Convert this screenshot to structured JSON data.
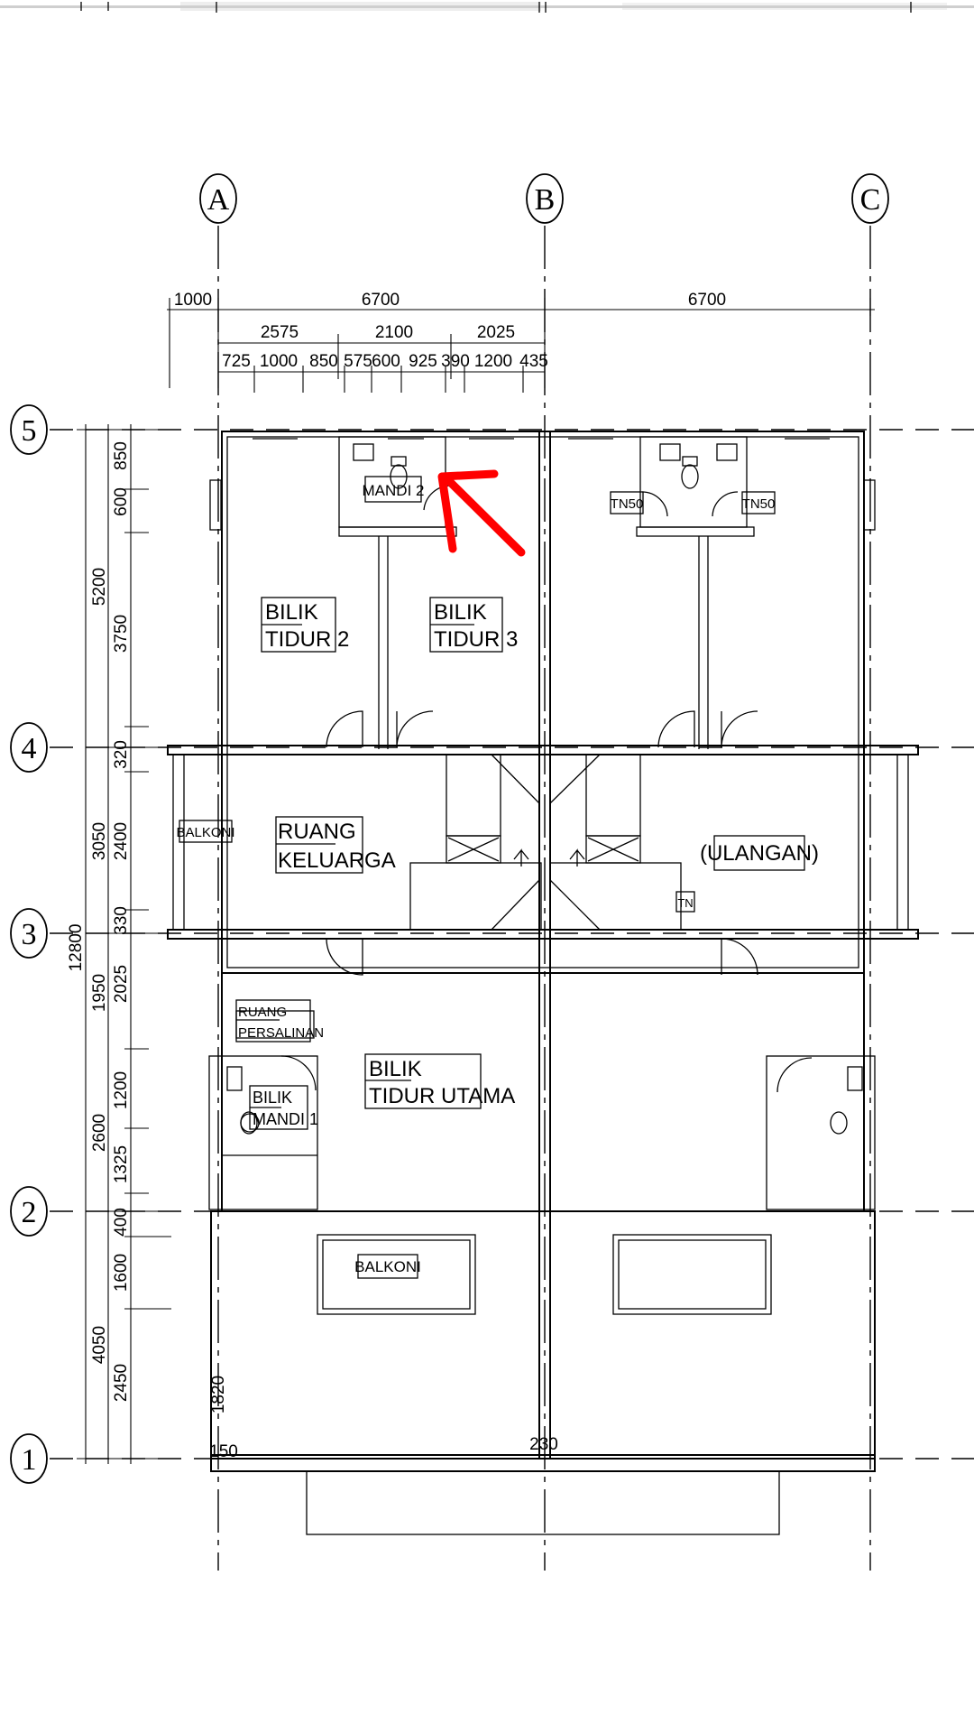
{
  "grid": {
    "columns": [
      "A",
      "B",
      "C"
    ],
    "rows": [
      "5",
      "4",
      "3",
      "2",
      "1"
    ]
  },
  "dimensions_top": {
    "overall": [
      "1000",
      "6700",
      "6700"
    ],
    "middle": [
      "2575",
      "2100",
      "2025"
    ],
    "detail": [
      "725",
      "1000",
      "850",
      "575",
      "600",
      "925",
      "390",
      "1200",
      "435"
    ]
  },
  "dimensions_left": {
    "outer": [
      "12800"
    ],
    "middle": [
      "5200",
      "3050",
      "1950",
      "2600",
      "4050"
    ],
    "detail": [
      "850",
      "600",
      "3750",
      "320",
      "2400",
      "330",
      "2025",
      "1200",
      "1325",
      "400",
      "1600",
      "2450"
    ]
  },
  "rooms": {
    "mandi_2": "MANDI 2",
    "bilik_tidur_2": [
      "BILIK",
      "TIDUR  2"
    ],
    "bilik_tidur_3": [
      "BILIK",
      "TIDUR  3"
    ],
    "tn50_left": "TN50",
    "tn50_right": "TN50",
    "ruang_keluarga": [
      "RUANG",
      "KELUARGA"
    ],
    "balkoni_side": "BALKONI",
    "ulangan": "(ULANGAN)",
    "tn": "TN",
    "ruang_persalinan": [
      "RUANG",
      "PERSALINAN"
    ],
    "bilik_mandi_1": [
      "BILIK",
      "MANDI  1"
    ],
    "bilik_tidur_utama": [
      "BILIK",
      "TIDUR  UTAMA"
    ],
    "balkoni_rear": "BALKONI"
  },
  "annotations": {
    "dim_1820": "1820",
    "dim_150": "150",
    "dim_230": "230"
  },
  "colors": {
    "line": "#000000",
    "background": "#ffffff",
    "arrow": "#ff0000"
  },
  "icons": [
    "red-arrow-pointer-icon",
    "toilet-icon",
    "sink-icon",
    "stair-arrow-icon"
  ]
}
